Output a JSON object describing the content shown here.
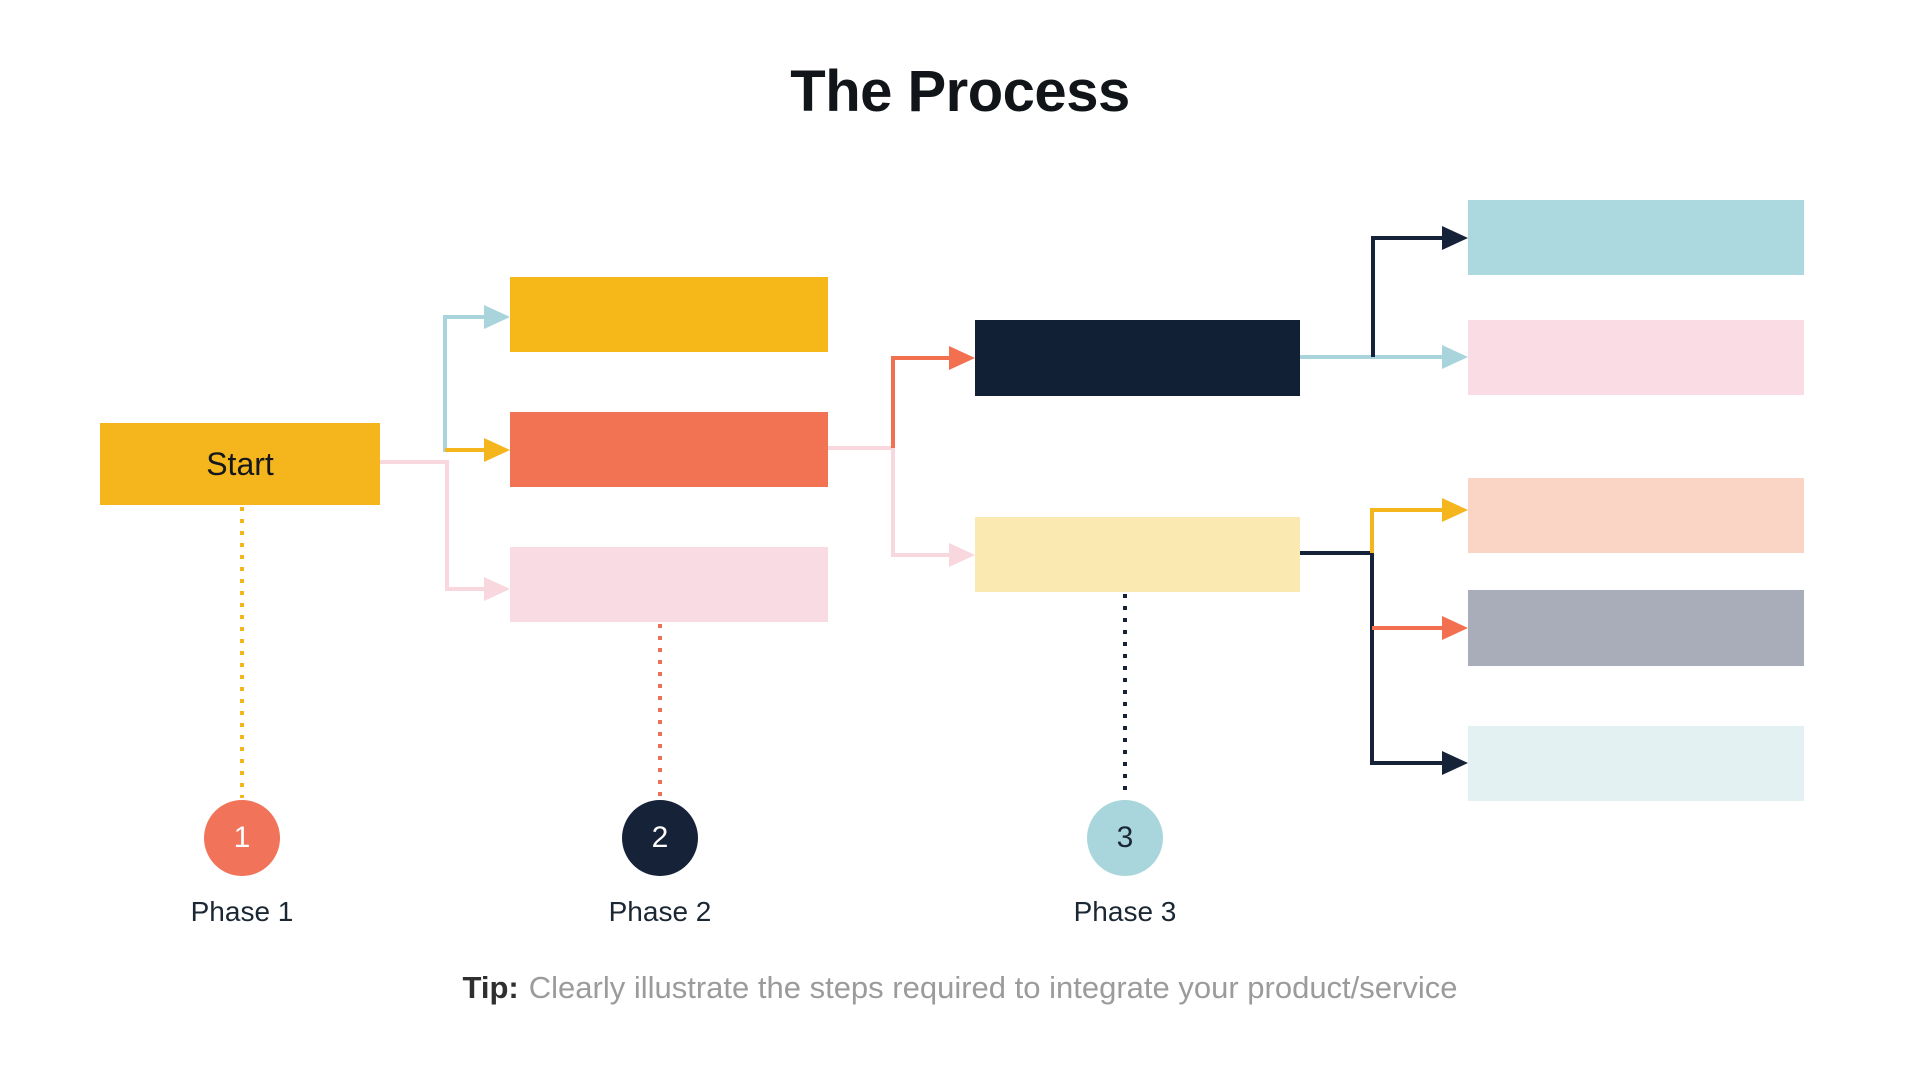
{
  "title": "The Process",
  "start_node": {
    "label": "Start"
  },
  "phases": [
    {
      "number": "1",
      "label": "Phase 1",
      "circle_color": "#F0735A",
      "number_color": "#FFFFFF",
      "dotted_connector_color": "#F5B51D"
    },
    {
      "number": "2",
      "label": "Phase 2",
      "circle_color": "#152238",
      "number_color": "#FFFFFF",
      "dotted_connector_color": "#EB7257"
    },
    {
      "number": "3",
      "label": "Phase 3",
      "circle_color": "#A9D6DC",
      "number_color": "#1B2733",
      "dotted_connector_color": "#152238"
    }
  ],
  "tip": {
    "label": "Tip:",
    "text": "Clearly illustrate the steps required to integrate your product/service"
  },
  "nodes": [
    {
      "id": "start",
      "column": 1,
      "color": "#F5B51D",
      "label": "Start"
    },
    {
      "id": "p2-top",
      "column": 2,
      "color": "#F6B819"
    },
    {
      "id": "p2-mid",
      "column": 2,
      "color": "#F27353"
    },
    {
      "id": "p2-bottom",
      "column": 2,
      "color": "#F9DBE3"
    },
    {
      "id": "p3-top",
      "column": 3,
      "color": "#122036"
    },
    {
      "id": "p3-bottom",
      "column": 3,
      "color": "#FBE9B2"
    },
    {
      "id": "p4-1",
      "column": 4,
      "color": "#ACD8E0"
    },
    {
      "id": "p4-2",
      "column": 4,
      "color": "#FADDE4"
    },
    {
      "id": "p4-3",
      "column": 4,
      "color": "#FAD4C4"
    },
    {
      "id": "p4-4",
      "column": 4,
      "color": "#A9ADB9"
    },
    {
      "id": "p4-5",
      "column": 4,
      "color": "#E3F1F2"
    }
  ],
  "palette": {
    "yellow": "#F5B51D",
    "orange": "#F2704F",
    "navy": "#152238",
    "light_blue": "#A9D4DC",
    "pink_line": "#F8D7DE",
    "salmon": "#EB7257",
    "text_dark": "#2F2F2F",
    "text_gray": "#9B9B9B"
  }
}
